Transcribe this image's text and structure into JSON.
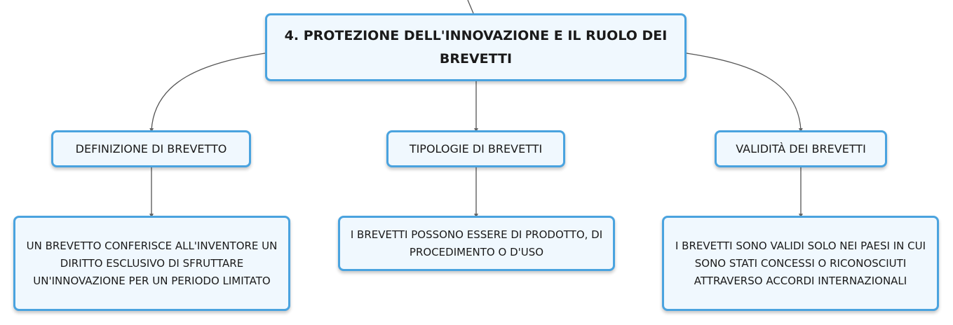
{
  "mindmap": {
    "root": {
      "label": "4. PROTEZIONE DELL'INNOVAZIONE E IL RUOLO DEI BREVETTI"
    },
    "branches": [
      {
        "label": "DEFINIZIONE DI BREVETTO",
        "detail": "UN BREVETTO CONFERISCE ALL'INVENTORE UN DIRITTO ESCLUSIVO DI SFRUTTARE UN'INNOVAZIONE PER UN PERIODO LIMITATO"
      },
      {
        "label": "TIPOLOGIE DI BREVETTI",
        "detail": "I BREVETTI POSSONO ESSERE DI PRODOTTO, DI PROCEDIMENTO O D'USO"
      },
      {
        "label": "VALIDITÀ DEI BREVETTI",
        "detail": "I BREVETTI SONO VALIDI SOLO NEI PAESI IN CUI SONO STATI CONCESSI O RICONOSCIUTI ATTRAVERSO ACCORDI INTERNAZIONALI"
      }
    ]
  },
  "colors": {
    "node_border": "#4aa3df",
    "node_fill": "#f0f8fe",
    "connector": "#555555",
    "text": "#1a1a1a"
  }
}
